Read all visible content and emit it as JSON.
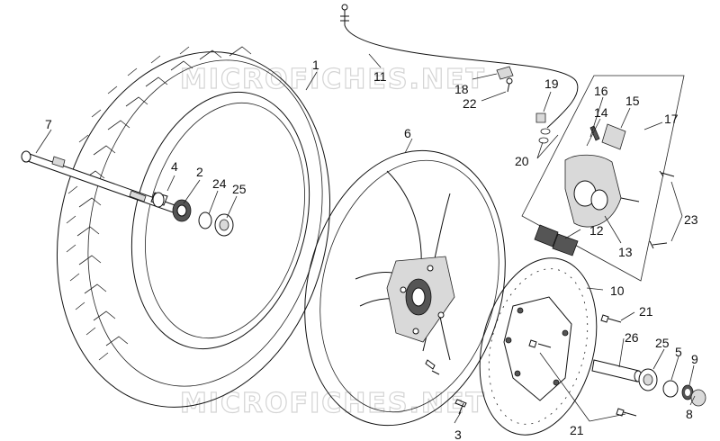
{
  "watermark": {
    "text": "MICROFICHES.NET"
  },
  "labels": {
    "l1": "1",
    "l2": "2",
    "l3": "3",
    "l4": "4",
    "l5": "5",
    "l6": "6",
    "l7": "7",
    "l8": "8",
    "l9": "9",
    "l10": "10",
    "l11": "11",
    "l12": "12",
    "l13": "13",
    "l14": "14",
    "l15": "15",
    "l16": "16",
    "l17": "17",
    "l18": "18",
    "l19": "19",
    "l20": "20",
    "l21a": "21",
    "l21b": "21",
    "l22": "22",
    "l23": "23",
    "l24": "24",
    "l25a": "25",
    "l25b": "25",
    "l26": "26"
  }
}
